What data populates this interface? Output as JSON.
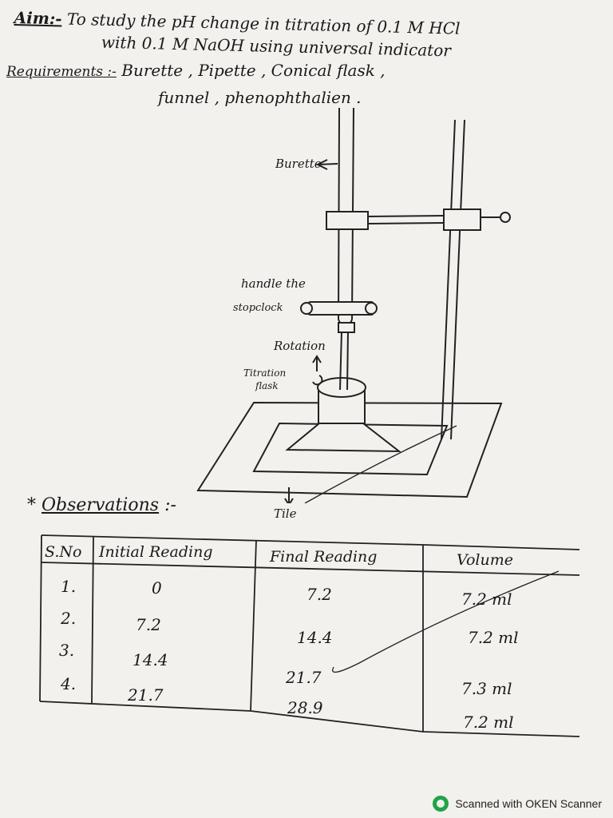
{
  "aim": {
    "label": "Aim:-",
    "line1": "To study the pH change in titration of 0.1 M HCl",
    "line2": "with 0.1 M NaOH using universal indicator"
  },
  "requirements": {
    "label": "Requirements :-",
    "line1": "Burette , Pipette , Conical flask ,",
    "line2": "funnel , phenophthalien ."
  },
  "diagram": {
    "burette": "Burette",
    "handle_line1": "handle the",
    "handle_line2": "stopclock",
    "rotation": "Rotation",
    "flask_line1": "Titration",
    "flask_line2": "flask",
    "tile": "Tile"
  },
  "observations": {
    "heading": "Observations",
    "star": "*",
    "suffix": ":-",
    "columns": [
      "S.No",
      "Initial Reading",
      "Final Reading",
      "Volume"
    ],
    "sno": [
      "1.",
      "2.",
      "3.",
      "4."
    ],
    "initial": [
      "0",
      "7.2",
      "14.4",
      "21.7"
    ],
    "final": [
      "7.2",
      "14.4",
      "21.7",
      "28.9"
    ],
    "volume": [
      "7.2 ml",
      "7.2 ml",
      "7.3 ml",
      "7.2 ml"
    ]
  },
  "footer": {
    "text": "Scanned with OKEN Scanner"
  }
}
